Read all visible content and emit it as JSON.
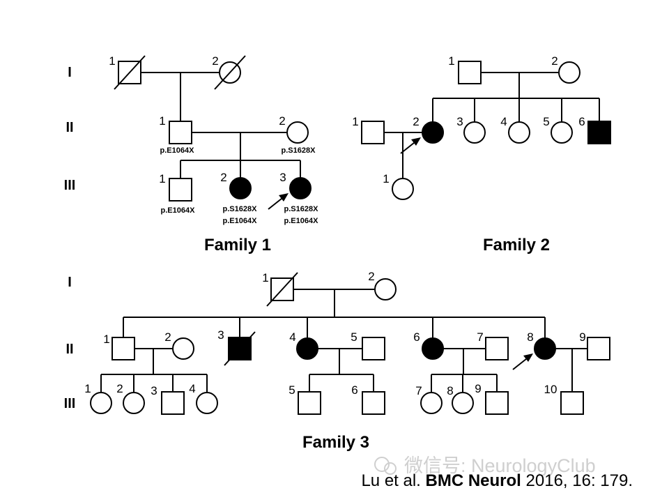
{
  "generation_labels": {
    "family1": [
      "I",
      "II",
      "III"
    ],
    "family2": [
      "I",
      "II",
      "III"
    ],
    "family3": [
      "I",
      "II",
      "III"
    ]
  },
  "families": [
    {
      "title": "Family 1",
      "individuals": [
        {
          "id": "f1-I-1",
          "label": "1",
          "sex": "male",
          "affected": false,
          "deceased": true
        },
        {
          "id": "f1-I-2",
          "label": "2",
          "sex": "female",
          "affected": false,
          "deceased": true
        },
        {
          "id": "f1-II-1",
          "label": "1",
          "sex": "male",
          "affected": false,
          "genotype": [
            "p.E1064X"
          ]
        },
        {
          "id": "f1-II-2",
          "label": "2",
          "sex": "female",
          "affected": false,
          "genotype": [
            "p.S1628X"
          ]
        },
        {
          "id": "f1-III-1",
          "label": "1",
          "sex": "male",
          "affected": false,
          "genotype": [
            "p.E1064X"
          ]
        },
        {
          "id": "f1-III-2",
          "label": "2",
          "sex": "female",
          "affected": true,
          "genotype": [
            "p.S1628X",
            "p.E1064X"
          ]
        },
        {
          "id": "f1-III-3",
          "label": "3",
          "sex": "female",
          "affected": true,
          "proband": true,
          "genotype": [
            "p.S1628X",
            "p.E1064X"
          ]
        }
      ]
    },
    {
      "title": "Family 2",
      "individuals": [
        {
          "id": "f2-I-1",
          "label": "1",
          "sex": "male",
          "affected": false
        },
        {
          "id": "f2-I-2",
          "label": "2",
          "sex": "female",
          "affected": false
        },
        {
          "id": "f2-II-1",
          "label": "1",
          "sex": "male",
          "affected": false
        },
        {
          "id": "f2-II-2",
          "label": "2",
          "sex": "female",
          "affected": true,
          "proband": true
        },
        {
          "id": "f2-II-3",
          "label": "3",
          "sex": "female",
          "affected": false
        },
        {
          "id": "f2-II-4",
          "label": "4",
          "sex": "female",
          "affected": false
        },
        {
          "id": "f2-II-5",
          "label": "5",
          "sex": "female",
          "affected": false
        },
        {
          "id": "f2-II-6",
          "label": "6",
          "sex": "male",
          "affected": true
        },
        {
          "id": "f2-III-1",
          "label": "1",
          "sex": "female",
          "affected": false
        }
      ]
    },
    {
      "title": "Family 3",
      "individuals": [
        {
          "id": "f3-I-1",
          "label": "1",
          "sex": "male",
          "affected": false,
          "deceased": true
        },
        {
          "id": "f3-I-2",
          "label": "2",
          "sex": "female",
          "affected": false
        },
        {
          "id": "f3-II-1",
          "label": "1",
          "sex": "male",
          "affected": false
        },
        {
          "id": "f3-II-2",
          "label": "2",
          "sex": "female",
          "affected": false
        },
        {
          "id": "f3-II-3",
          "label": "3",
          "sex": "male",
          "affected": true,
          "deceased": true
        },
        {
          "id": "f3-II-4",
          "label": "4",
          "sex": "female",
          "affected": true
        },
        {
          "id": "f3-II-5",
          "label": "5",
          "sex": "male",
          "affected": false
        },
        {
          "id": "f3-II-6",
          "label": "6",
          "sex": "female",
          "affected": true
        },
        {
          "id": "f3-II-7",
          "label": "7",
          "sex": "male",
          "affected": false
        },
        {
          "id": "f3-II-8",
          "label": "8",
          "sex": "female",
          "affected": true,
          "proband": true
        },
        {
          "id": "f3-II-9",
          "label": "9",
          "sex": "male",
          "affected": false
        },
        {
          "id": "f3-III-1",
          "label": "1",
          "sex": "female",
          "affected": false
        },
        {
          "id": "f3-III-2",
          "label": "2",
          "sex": "female",
          "affected": false
        },
        {
          "id": "f3-III-3",
          "label": "3",
          "sex": "male",
          "affected": false
        },
        {
          "id": "f3-III-4",
          "label": "4",
          "sex": "female",
          "affected": false
        },
        {
          "id": "f3-III-5",
          "label": "5",
          "sex": "male",
          "affected": false
        },
        {
          "id": "f3-III-6",
          "label": "6",
          "sex": "male",
          "affected": false
        },
        {
          "id": "f3-III-7",
          "label": "7",
          "sex": "female",
          "affected": false
        },
        {
          "id": "f3-III-8",
          "label": "8",
          "sex": "female",
          "affected": false
        },
        {
          "id": "f3-III-9",
          "label": "9",
          "sex": "male",
          "affected": false
        },
        {
          "id": "f3-III-10",
          "label": "10",
          "sex": "male",
          "affected": false
        }
      ]
    }
  ],
  "watermark": "微信号: NeurologyClub",
  "citation": {
    "prefix": "Lu et al. ",
    "journal": "BMC Neurol",
    "suffix": " 2016, 16: 179."
  },
  "colors": {
    "affected": "#000000",
    "unaffected": "#ffffff",
    "watermark": "#cfcfcf"
  }
}
